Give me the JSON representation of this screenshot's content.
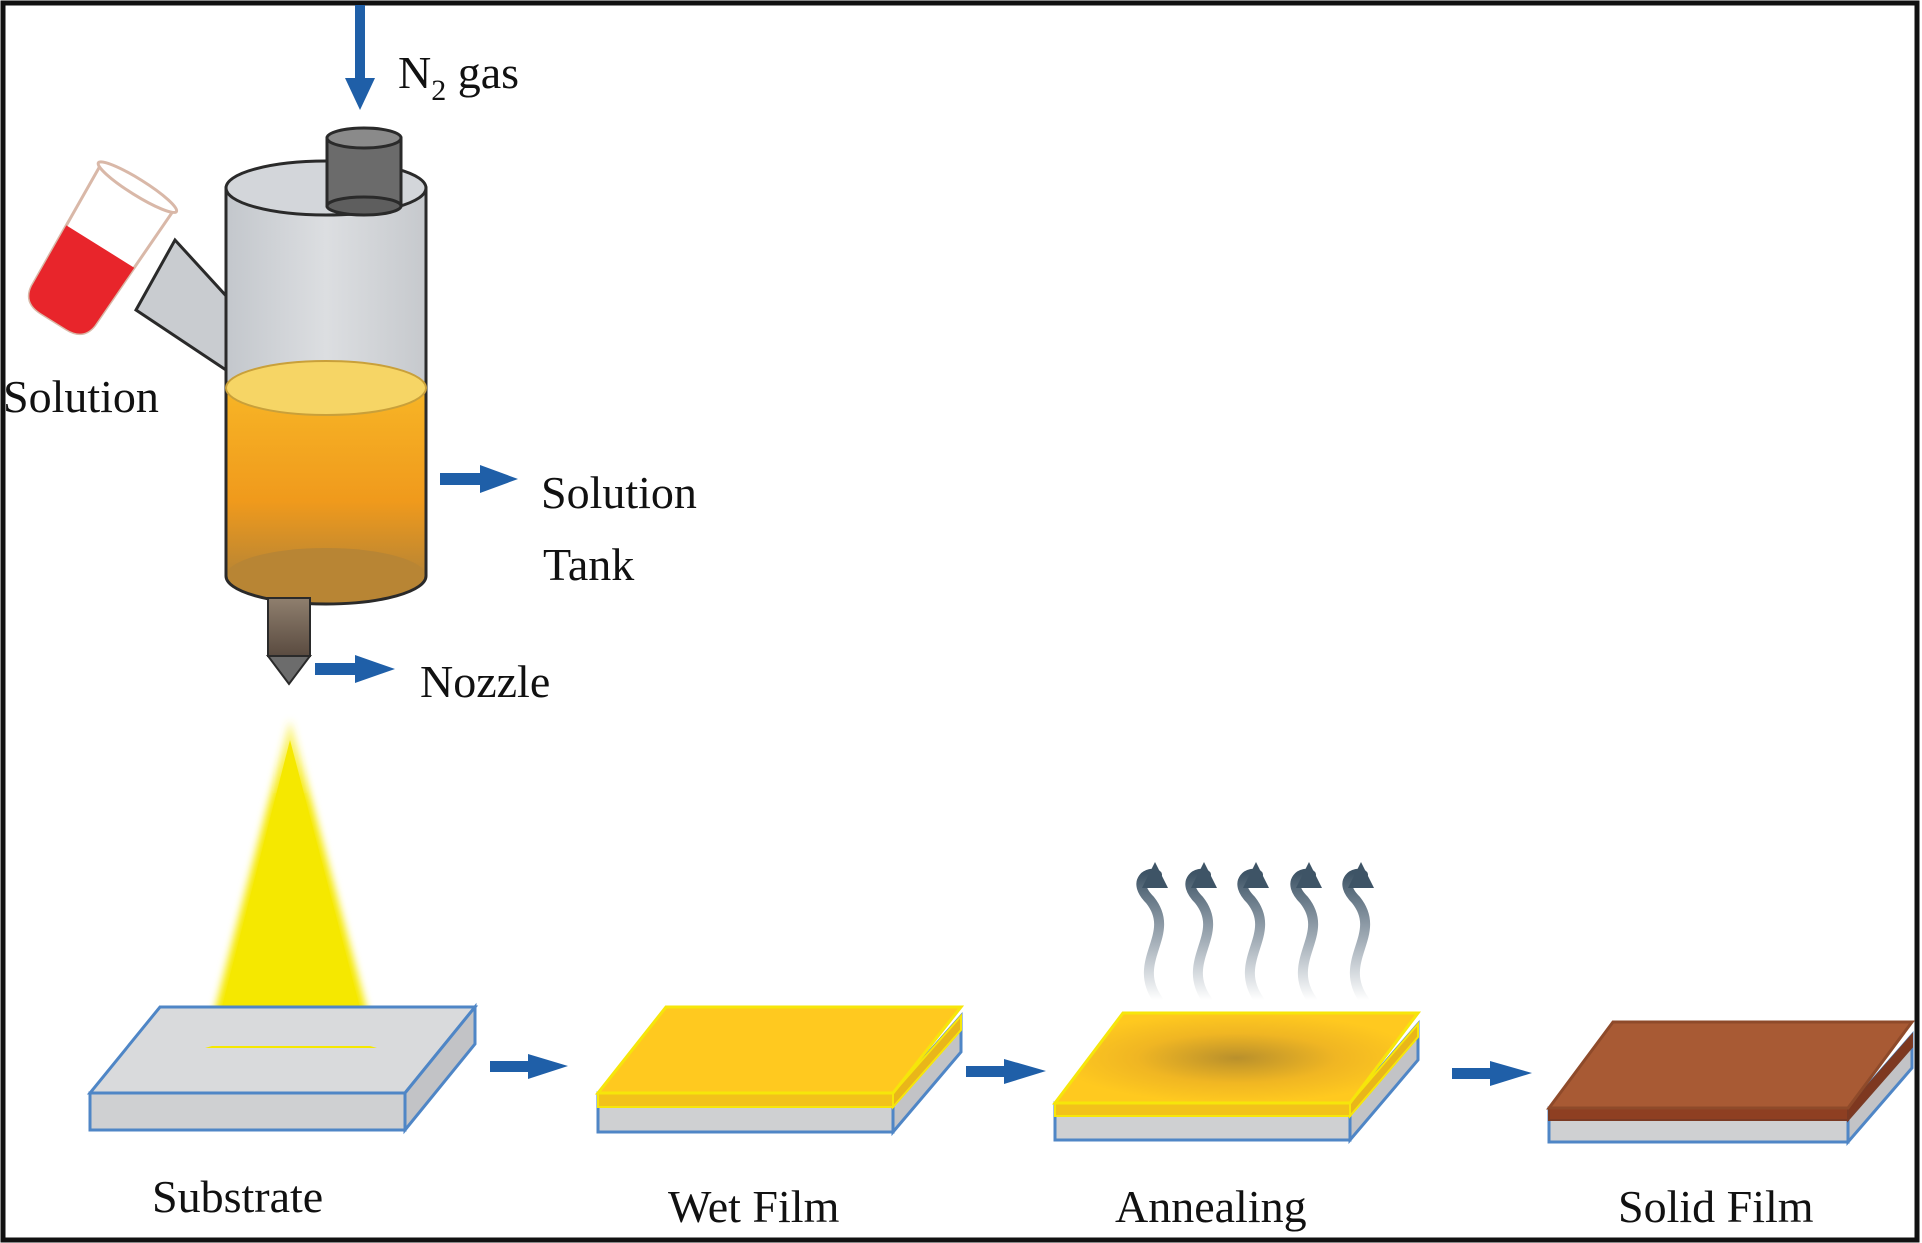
{
  "labels": {
    "n2_main": "N",
    "n2_sub": "2",
    "n2_rest": " gas",
    "solution": "Solution",
    "tank_line1": "Solution",
    "tank_line2": "Tank",
    "nozzle": "Nozzle",
    "substrate": "Substrate",
    "wet_film": "Wet Film",
    "annealing": "Annealing",
    "solid_film": "Solid Film"
  },
  "colors": {
    "arrow": "#1f5fa8",
    "tank_gray": "#cfd2d6",
    "cap": "#6b6b6b",
    "liquid_top": "#f6d565",
    "liquid_mid": "#f4a41c",
    "liquid_bottom": "#c98a2c",
    "nozzle": "#7a6a5a",
    "spray": "#f5e800",
    "beaker_liquid": "#e8252b",
    "film_yellow": "#ffc91f",
    "film_edge": "#f6e60a",
    "solid_film": "#a85a34",
    "substrate": "#d9dadc",
    "substrate_edge": "#4f86c6",
    "vapor": "#5c6f80"
  }
}
